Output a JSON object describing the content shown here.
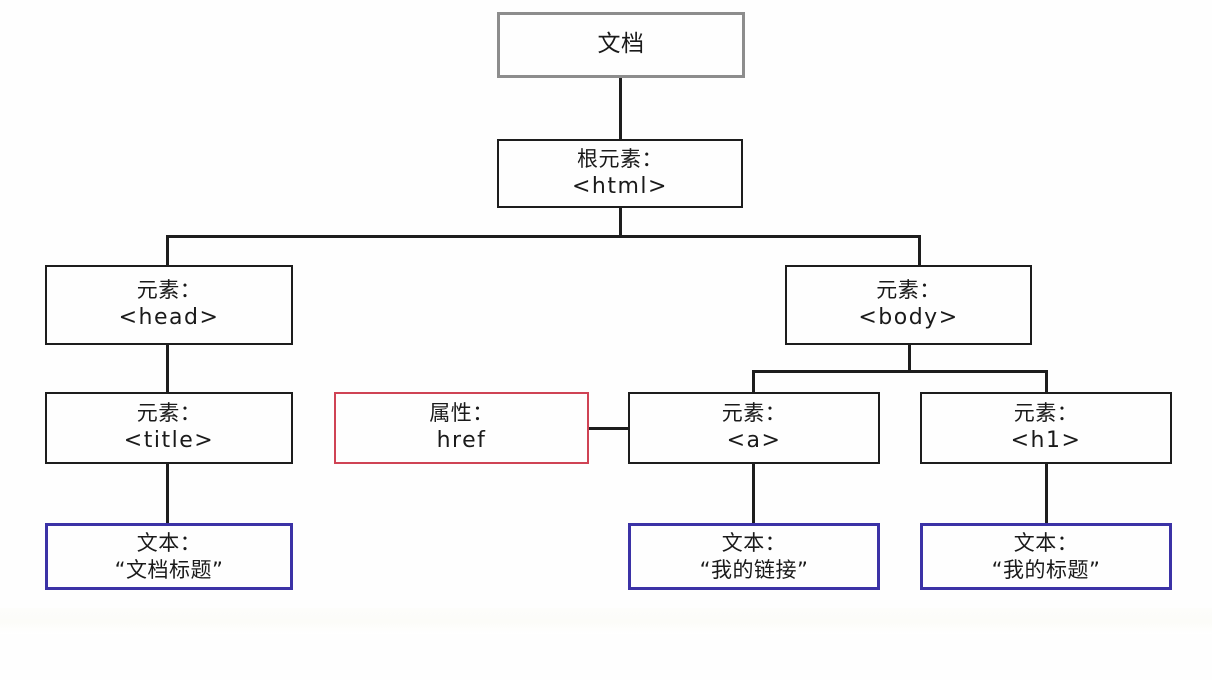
{
  "diagram": {
    "type": "dom-tree",
    "title_node": {
      "label": "文档"
    },
    "nodes": [
      {
        "id": "document",
        "label_line1": "文档",
        "label_line2": "",
        "kind": "document",
        "border_color": "#8d8d8d"
      },
      {
        "id": "html",
        "label_line1": "根元素：",
        "label_line2": "<html>",
        "kind": "element",
        "border_color": "#1d1d1d"
      },
      {
        "id": "head",
        "label_line1": "元素：",
        "label_line2": "<head>",
        "kind": "element",
        "border_color": "#1d1d1d"
      },
      {
        "id": "body",
        "label_line1": "元素：",
        "label_line2": "<body>",
        "kind": "element",
        "border_color": "#1d1d1d"
      },
      {
        "id": "title",
        "label_line1": "元素：",
        "label_line2": "<title>",
        "kind": "element",
        "border_color": "#1d1d1d"
      },
      {
        "id": "href",
        "label_line1": "属性：",
        "label_line2": "href",
        "kind": "attribute",
        "border_color": "#cf4354"
      },
      {
        "id": "a",
        "label_line1": "元素：",
        "label_line2": "<a>",
        "kind": "element",
        "border_color": "#1d1d1d"
      },
      {
        "id": "h1",
        "label_line1": "元素：",
        "label_line2": "<h1>",
        "kind": "element",
        "border_color": "#1d1d1d"
      },
      {
        "id": "text-title",
        "label_line1": "文本：",
        "label_line2": "“文档标题”",
        "kind": "text",
        "border_color": "#3b32a6"
      },
      {
        "id": "text-a",
        "label_line1": "文本：",
        "label_line2": "“我的链接”",
        "kind": "text",
        "border_color": "#3b32a6"
      },
      {
        "id": "text-h1",
        "label_line1": "文本：",
        "label_line2": "“我的标题”",
        "kind": "text",
        "border_color": "#3b32a6"
      }
    ],
    "edges": [
      {
        "from": "document",
        "to": "html",
        "style": "vertical"
      },
      {
        "from": "html",
        "to": "head",
        "style": "elbow"
      },
      {
        "from": "html",
        "to": "body",
        "style": "elbow"
      },
      {
        "from": "head",
        "to": "title",
        "style": "vertical"
      },
      {
        "from": "title",
        "to": "text-title",
        "style": "vertical"
      },
      {
        "from": "body",
        "to": "a",
        "style": "elbow"
      },
      {
        "from": "body",
        "to": "h1",
        "style": "elbow"
      },
      {
        "from": "a",
        "to": "href",
        "style": "horizontal"
      },
      {
        "from": "a",
        "to": "text-a",
        "style": "vertical"
      },
      {
        "from": "h1",
        "to": "text-h1",
        "style": "vertical"
      }
    ],
    "legend_colors": {
      "document_border": "#8d8d8d",
      "element_border": "#1d1d1d",
      "attribute_border": "#cf4354",
      "text_border": "#3b32a6",
      "connector": "#1d1d1d",
      "background": "#fefefe"
    }
  }
}
